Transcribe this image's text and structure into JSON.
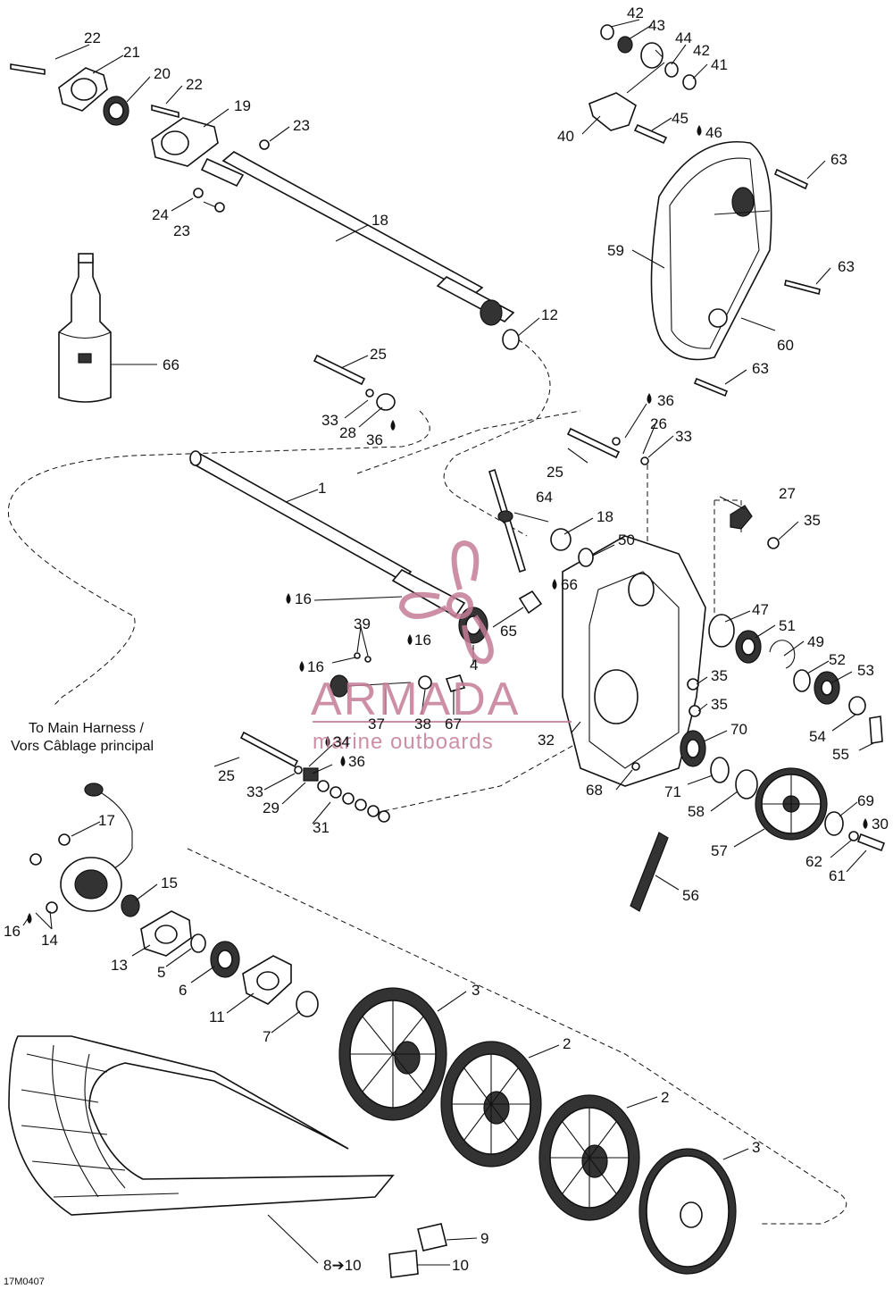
{
  "diagram_id": "17M0407",
  "harness_note": {
    "line1": "To Main Harness /",
    "line2": "Vors Câblage principal"
  },
  "watermark": {
    "brand": "ARMADA",
    "tagline": "marine outboards",
    "color": "#c47c97"
  },
  "callouts": {
    "c1": "1",
    "c2a": "2",
    "c2b": "2",
    "c3a": "3",
    "c3b": "3",
    "c4": "4",
    "c5": "5",
    "c6": "6",
    "c7": "7",
    "c8": "8➔10",
    "c9": "9",
    "c10": "10",
    "c11": "11",
    "c12": "12",
    "c13": "13",
    "c14": "14",
    "c15": "15",
    "c16a": "16",
    "c16b": "16",
    "c16c": "16",
    "c16d": "16",
    "c17": "17",
    "c18a": "18",
    "c18b": "18",
    "c19": "19",
    "c20": "20",
    "c21": "21",
    "c22a": "22",
    "c22b": "22",
    "c23a": "23",
    "c23b": "23",
    "c24": "24",
    "c25a": "25",
    "c25b": "25",
    "c25c": "25",
    "c26": "26",
    "c27": "27",
    "c28": "28",
    "c29": "29",
    "c30": "30",
    "c31": "31",
    "c32": "32",
    "c33a": "33",
    "c33b": "33",
    "c33c": "33",
    "c34": "34",
    "c35a": "35",
    "c35b": "35",
    "c35c": "35",
    "c36a": "36",
    "c36b": "36",
    "c36c": "36",
    "c37": "37",
    "c38": "38",
    "c39": "39",
    "c40": "40",
    "c41": "41",
    "c42a": "42",
    "c42b": "42",
    "c43": "43",
    "c44": "44",
    "c45": "45",
    "c46": "46",
    "c47": "47",
    "c49": "49",
    "c50": "50",
    "c51": "51",
    "c52": "52",
    "c53": "53",
    "c54": "54",
    "c55": "55",
    "c56": "56",
    "c57": "57",
    "c58": "58",
    "c59": "59",
    "c60": "60",
    "c61": "61",
    "c62": "62",
    "c63a": "63",
    "c63b": "63",
    "c63c": "63",
    "c64": "64",
    "c65": "65",
    "c66a": "66",
    "c66b": "66",
    "c67": "67",
    "c68": "68",
    "c69": "69",
    "c70": "70",
    "c71": "71"
  }
}
